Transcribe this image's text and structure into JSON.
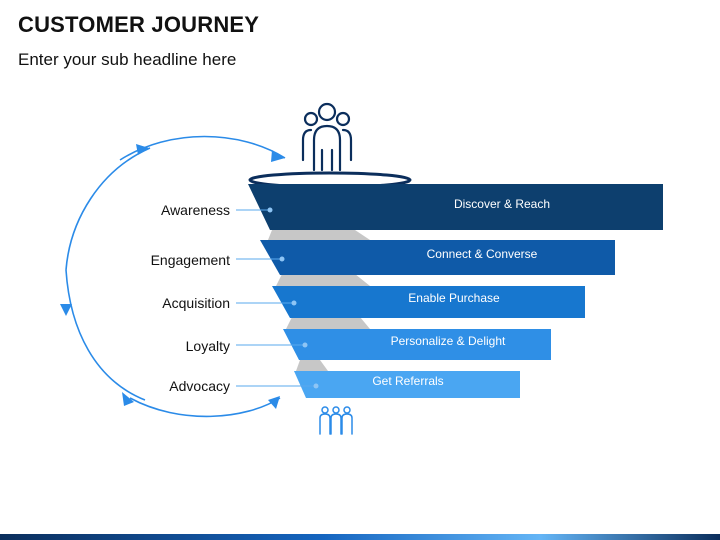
{
  "header": {
    "title": "CUSTOMER JOURNEY",
    "subtitle": "Enter your sub headline here"
  },
  "stages": [
    {
      "label": "Awareness",
      "band": "Discover & Reach",
      "color": "#0d3f6e"
    },
    {
      "label": "Engagement",
      "band": "Connect & Converse",
      "color": "#0f5aa8"
    },
    {
      "label": "Acquisition",
      "band": "Enable Purchase",
      "color": "#1777cf"
    },
    {
      "label": "Loyalty",
      "band": "Personalize & Delight",
      "color": "#2f8fe6"
    },
    {
      "label": "Advocacy",
      "band": "Get Referrals",
      "color": "#4aa6f2"
    }
  ],
  "icons": {
    "top": "people-group-icon",
    "bottom": "people-group-small-icon"
  },
  "colors": {
    "arrow": "#2b8be8",
    "top_ring": "#0b2e5c",
    "connector": "#c7c7c7"
  }
}
